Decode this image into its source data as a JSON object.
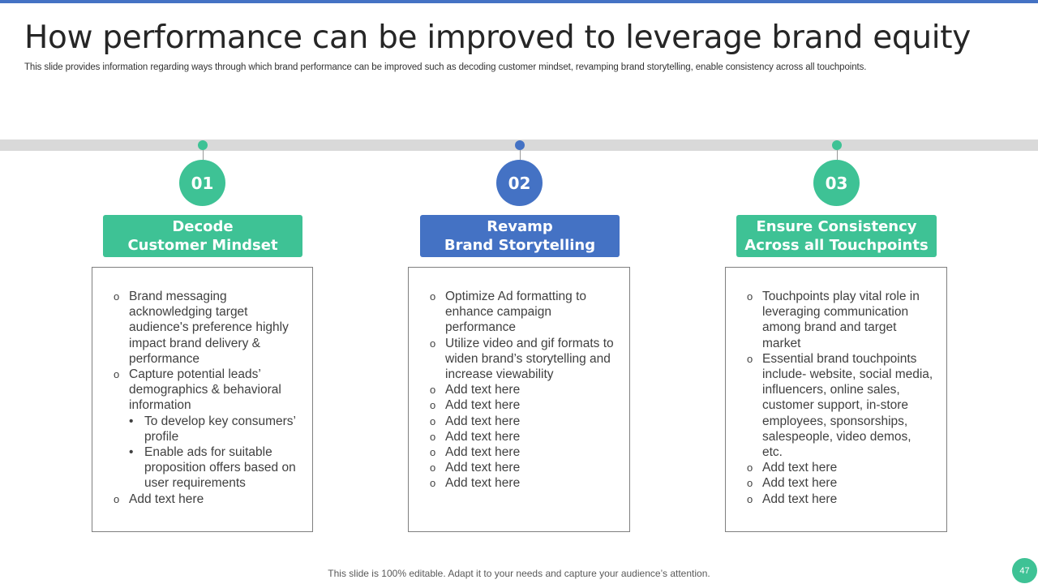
{
  "slide": {
    "title": "How performance can be improved to leverage brand equity",
    "subtitle": "This slide provides information regarding ways through which brand performance can be improved such as decoding customer mindset, revamping brand storytelling, enable consistency across all touchpoints.",
    "footer": "This slide is 100% editable. Adapt it to your needs and capture your audience’s attention.",
    "page_number": "47"
  },
  "colors": {
    "green": "#3ec295",
    "blue": "#4472c4",
    "gray_bar": "#d9d9d9"
  },
  "columns": [
    {
      "number": "01",
      "heading_line1": "Decode",
      "heading_line2": "Customer Mindset",
      "items": [
        {
          "text": "Brand messaging acknowledging target audience's preference highly impact brand delivery & performance"
        },
        {
          "text": "Capture potential leads’ demographics & behavioral information",
          "sub": [
            "To develop key consumers’ profile",
            "Enable ads for suitable proposition offers based on user requirements"
          ]
        },
        {
          "text": "Add text here"
        }
      ]
    },
    {
      "number": "02",
      "heading_line1": "Revamp",
      "heading_line2": "Brand Storytelling",
      "items": [
        {
          "text": "Optimize Ad formatting to enhance campaign performance"
        },
        {
          "text": "Utilize video and gif formats to widen brand’s storytelling and increase viewability"
        },
        {
          "text": "Add text here"
        },
        {
          "text": "Add text here"
        },
        {
          "text": "Add text here"
        },
        {
          "text": "Add text here"
        },
        {
          "text": "Add text here"
        },
        {
          "text": "Add text here"
        },
        {
          "text": "Add text here"
        }
      ]
    },
    {
      "number": "03",
      "heading_line1": "Ensure Consistency",
      "heading_line2": "Across all Touchpoints",
      "items": [
        {
          "text": "Touchpoints play vital role in leveraging communication among brand and target market"
        },
        {
          "text": "Essential brand touchpoints include- website, social media, influencers, online sales, customer support, in-store employees, sponsorships, salespeople, video demos, etc."
        },
        {
          "text": "Add text here"
        },
        {
          "text": "Add text here"
        },
        {
          "text": "Add text here"
        }
      ]
    }
  ]
}
